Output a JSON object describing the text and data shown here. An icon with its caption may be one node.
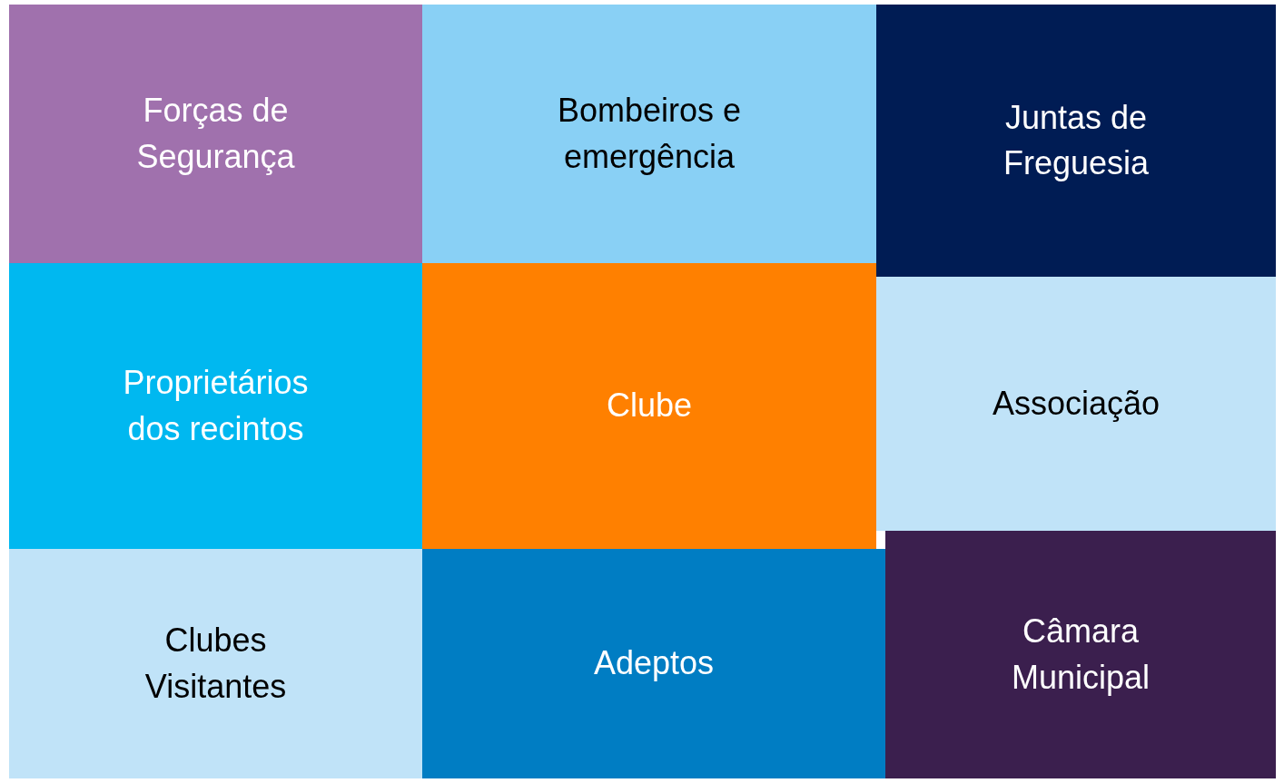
{
  "diagram": {
    "nodes": [
      {
        "text": [
          "Forças de Segurança"
        ]
      },
      {
        "text": [
          "Bombeiros e emergência"
        ]
      },
      {
        "text": [
          "Juntas de Freguesia"
        ]
      },
      {
        "text": [
          "Proprietários dos recintos"
        ]
      },
      {
        "text": [
          "Clube"
        ]
      },
      {
        "text": [
          "Associação"
        ]
      },
      {
        "text": [
          "Clubes Visitantes"
        ]
      },
      {
        "text": [
          "Adeptos"
        ]
      },
      {
        "text": [
          "Câmara Municipal"
        ]
      }
    ]
  }
}
